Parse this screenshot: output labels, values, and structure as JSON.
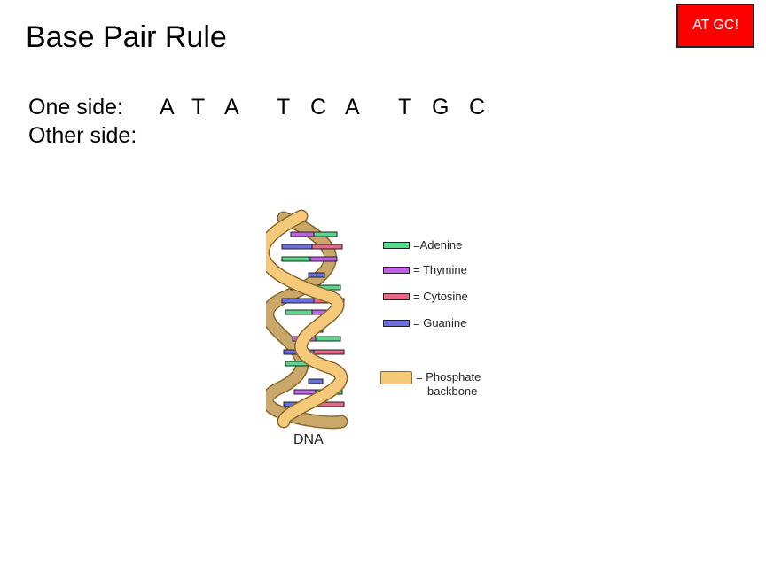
{
  "title": "Base Pair Rule",
  "badge": "AT GC!",
  "one_side_label": "One side:",
  "other_side_label": "Other side:",
  "sequence": [
    "A",
    "T",
    "A",
    "T",
    "C",
    "A",
    "T",
    "G",
    "C"
  ],
  "legend": {
    "adenine": "=Adenine",
    "thymine": "= Thymine",
    "cytosine": "= Cytosine",
    "guanine": "= Guanine",
    "phosphate_line1": "= Phosphate",
    "phosphate_line2": "backbone"
  },
  "dna_label": "DNA",
  "colors": {
    "adenine": "#55d98a",
    "thymine": "#c060e6",
    "cytosine": "#e86686",
    "guanine": "#6a6ee0",
    "backbone": "#f5c97a",
    "backbone_back": "#c9a86a",
    "badge": "#ff0000"
  }
}
